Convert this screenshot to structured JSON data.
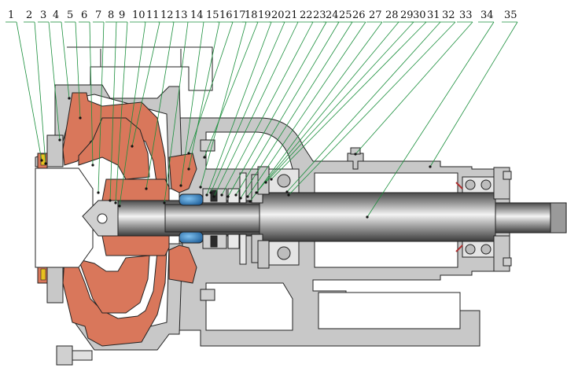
{
  "part_numbers": [
    "1",
    "2",
    "3",
    "4",
    "5",
    "6",
    "7",
    "8",
    "9",
    "10",
    "11",
    "12",
    "13",
    "14",
    "15",
    "16",
    "17",
    "18",
    "19",
    "20",
    "21",
    "22",
    "23",
    "24",
    "25",
    "26",
    "27",
    "28",
    "29",
    "30",
    "31",
    "32",
    "33",
    "34",
    "35"
  ],
  "colors": {
    "casing": "#c8c8c8",
    "wet_end": "#d9775b",
    "shaft_light": "#f2f2f2",
    "shaft_dark": "#5a5a5a",
    "seal_blue": "#2f86c9",
    "bearing_red": "#b03030",
    "bolt_yellow": "#e8c020",
    "leader_green": "#1a8f3c",
    "outline": "#222222"
  }
}
